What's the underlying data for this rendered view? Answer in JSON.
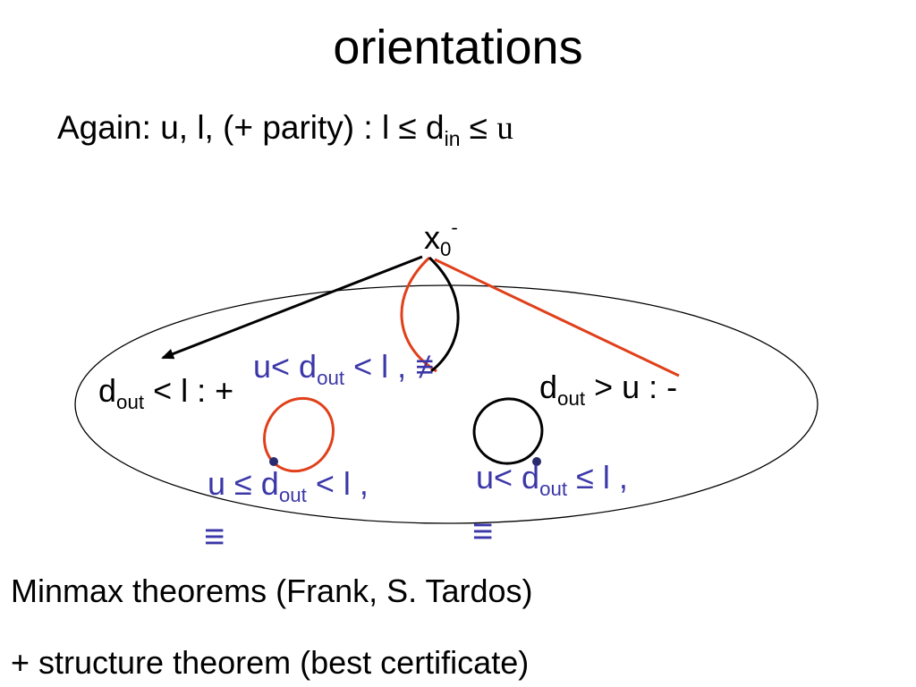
{
  "title": "orientations",
  "subtitle": {
    "prefix": "Again:  u, l, (+ parity) :  l ≤ d",
    "sub": "in",
    "mid": " ≤ ",
    "u": "u"
  },
  "diagram": {
    "vertex": {
      "base": "x",
      "sub": "0",
      "sup": "-"
    },
    "left_label": {
      "d": "d",
      "sub": "out",
      "rest": " < l : +"
    },
    "right_label": {
      "d": "d",
      "sub": "out",
      "rest": " > u :  -"
    },
    "center_label": {
      "pre": "u< d",
      "sub": "out",
      "rest": " < l",
      "comma": " ,",
      "sym": " ≢"
    },
    "lower_left_label": {
      "pre": "u ≤ d",
      "sub": "out",
      "rest": " < l",
      "comma": " ,",
      "sym": "≡"
    },
    "lower_right_label": {
      "pre": "u< d",
      "sub": "out",
      "rest": " ≤ l",
      "comma": " ,",
      "sym": "≡"
    }
  },
  "bottom_lines": [
    "Minmax theorems (Frank, S. Tardos)",
    "+ structure theorem (best certificate)"
  ],
  "colors": {
    "text": "#000000",
    "blue_text": "#3b37a8",
    "red_curve": "#e0401a",
    "black_curve": "#000000",
    "node_dot": "#2a2a6e"
  }
}
